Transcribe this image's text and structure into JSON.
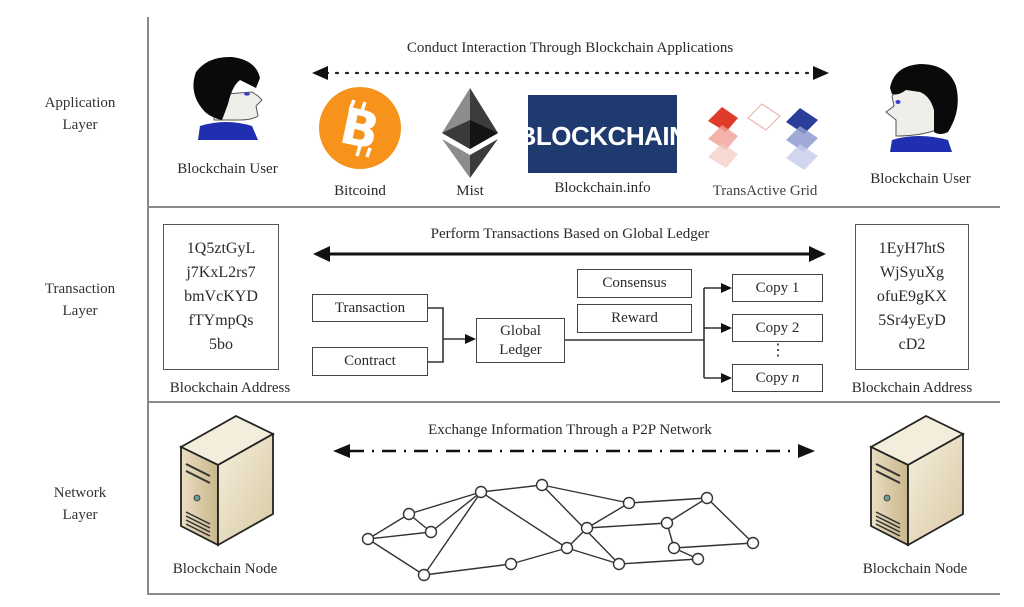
{
  "layers": [
    {
      "id": "application",
      "label_line1": "Application",
      "label_line2": "Layer"
    },
    {
      "id": "transaction",
      "label_line1": "Transaction",
      "label_line2": "Layer"
    },
    {
      "id": "network",
      "label_line1": "Network",
      "label_line2": "Layer"
    }
  ],
  "application": {
    "arrow_caption": "Conduct Interaction Through Blockchain Applications",
    "left_user_label": "Blockchain User",
    "right_user_label": "Blockchain User",
    "apps": [
      {
        "icon": "bitcoin-logo",
        "label": "Bitcoind"
      },
      {
        "icon": "ethereum-logo",
        "label": "Mist"
      },
      {
        "icon": "blockchain-info-logo",
        "label": "Blockchain.info",
        "logo_text": "BLOCKCHAIN"
      },
      {
        "icon": "transactive-grid-logo",
        "label": "TransActive Grid"
      }
    ]
  },
  "transaction": {
    "arrow_caption": "Perform Transactions Based on Global Ledger",
    "left_address": {
      "lines": [
        "1Q5ztGyL",
        "j7KxL2rs7",
        "bmVcKYD",
        "fTYmpQs",
        "5bo"
      ],
      "label": "Blockchain Address"
    },
    "right_address": {
      "lines": [
        "1EyH7htS",
        "WjSyuXg",
        "ofuE9gKX",
        "5Sr4yEyD",
        "cD2"
      ],
      "label": "Blockchain Address"
    },
    "inputs": [
      "Transaction",
      "Contract"
    ],
    "ledger": {
      "line1": "Global",
      "line2": "Ledger"
    },
    "mechanisms": [
      "Consensus",
      "Reward"
    ],
    "copies": [
      "Copy 1",
      "Copy 2",
      "Copy "
    ],
    "copy_n_var": "n",
    "ellipsis": "⋮"
  },
  "network": {
    "arrow_caption": "Exchange Information Through a P2P Network",
    "left_node_label": "Blockchain Node",
    "right_node_label": "Blockchain Node",
    "p2p_nodes": [
      "A",
      "B",
      "C",
      "D",
      "E",
      "F",
      "G",
      "H",
      "I",
      "J",
      "K",
      "L",
      "M",
      "N",
      "O",
      "P"
    ],
    "p2p_edges": [
      [
        "A",
        "B"
      ],
      [
        "A",
        "C"
      ],
      [
        "A",
        "E"
      ],
      [
        "B",
        "C"
      ],
      [
        "B",
        "D"
      ],
      [
        "C",
        "D"
      ],
      [
        "D",
        "E"
      ],
      [
        "D",
        "G"
      ],
      [
        "D",
        "H"
      ],
      [
        "E",
        "F"
      ],
      [
        "F",
        "H"
      ],
      [
        "G",
        "J"
      ],
      [
        "G",
        "K"
      ],
      [
        "H",
        "I"
      ],
      [
        "H",
        "K"
      ],
      [
        "I",
        "J"
      ],
      [
        "I",
        "L"
      ],
      [
        "J",
        "M"
      ],
      [
        "K",
        "O"
      ],
      [
        "L",
        "M"
      ],
      [
        "L",
        "N"
      ],
      [
        "M",
        "P"
      ],
      [
        "N",
        "O"
      ],
      [
        "N",
        "P"
      ]
    ]
  },
  "colors": {
    "bitcoin": "#f7931a",
    "blockchain_info": "#1e3a6e",
    "transactive_red": "#e03a2a",
    "transactive_blue": "#2a3f9a",
    "user_shirt": "#1f2fb0",
    "server_body": "#efe6cf"
  }
}
